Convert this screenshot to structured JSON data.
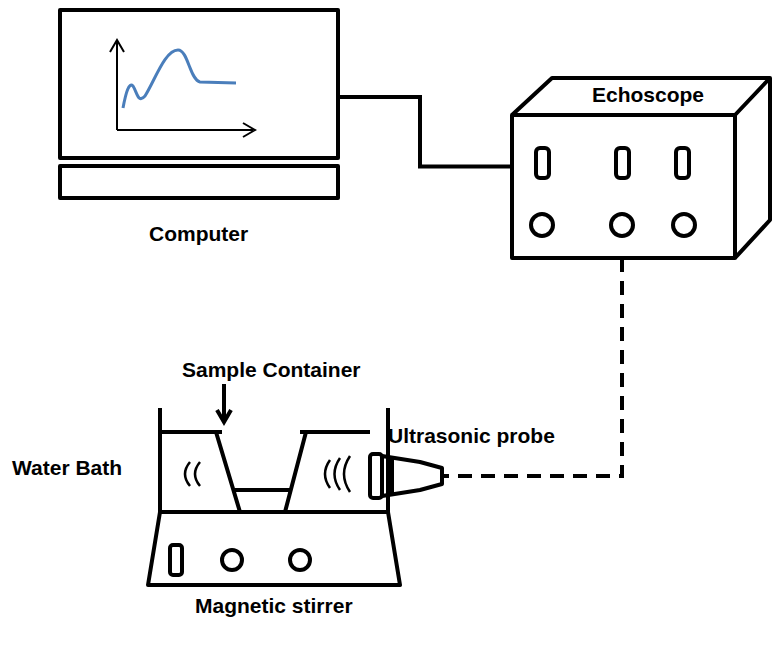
{
  "diagram": {
    "nodes": [
      {
        "text": [
          "Computer"
        ]
      },
      {
        "text": [
          "Echoscope"
        ]
      },
      {
        "text": [
          "Ultrasonic probe"
        ]
      },
      {
        "text": [
          "Water Bath"
        ]
      },
      {
        "text": [
          "Sample Container"
        ],
        "in": 3
      },
      {
        "text": [
          "Magnetic stirrer"
        ]
      }
    ],
    "edges": [
      {
        "from": 0,
        "to": 1,
        "arrow": "none"
      },
      {
        "from": 1,
        "to": 2,
        "arrow": "none"
      }
    ]
  }
}
